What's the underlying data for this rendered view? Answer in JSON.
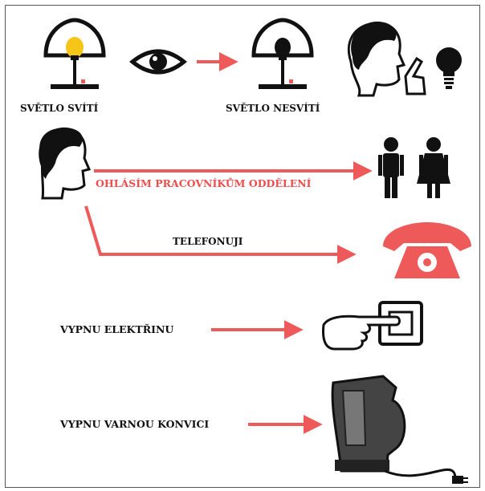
{
  "labels": {
    "light_on": "SVĚTLO SVÍTÍ",
    "light_off": "SVĚTLO NESVÍTÍ",
    "announce": "OHLÁSÍM PRACOVNÍKŮM ODDĚLENÍ",
    "phone": "TELEFONUJI",
    "power_off": "VYPNU ELEKTŘINU",
    "kettle_off": "VYPNU VARNOU KONVICI"
  },
  "colors": {
    "arrow": "#ee5a5a",
    "accent_text": "#ee4d4d",
    "bulb_on": "#f5c518",
    "phone": "#ee5a5a",
    "ink": "#111111"
  }
}
